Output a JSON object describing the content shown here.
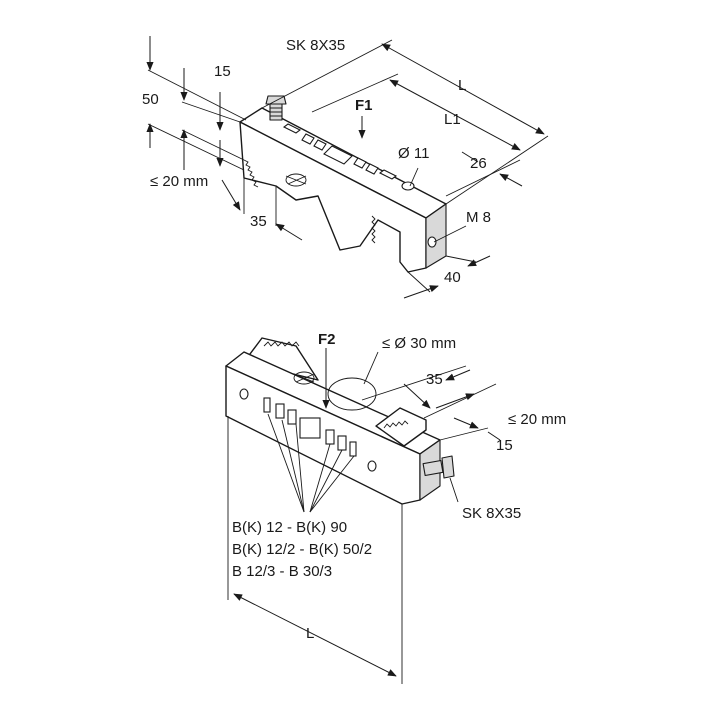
{
  "top_view": {
    "screw_label": "SK 8X35",
    "force_label": "F1",
    "hole_label": "Ø 11",
    "thread_label": "M 8",
    "dims": {
      "L": "L",
      "L1": "L1",
      "d15": "15",
      "d50": "50",
      "d20": "≤ 20 mm",
      "d35": "35",
      "d26": "26",
      "d40": "40"
    }
  },
  "bottom_view": {
    "force_label": "F2",
    "pipe_label": "≤ Ø 30 mm",
    "screw_label": "SK 8X35",
    "dims": {
      "d35": "35",
      "d20": "≤ 20 mm",
      "d15": "15",
      "L": "L"
    },
    "compatibility": [
      "B(K) 12 - B(K) 90",
      "B(K) 12/2 - B(K) 50/2",
      "B 12/3 - B 30/3"
    ]
  }
}
